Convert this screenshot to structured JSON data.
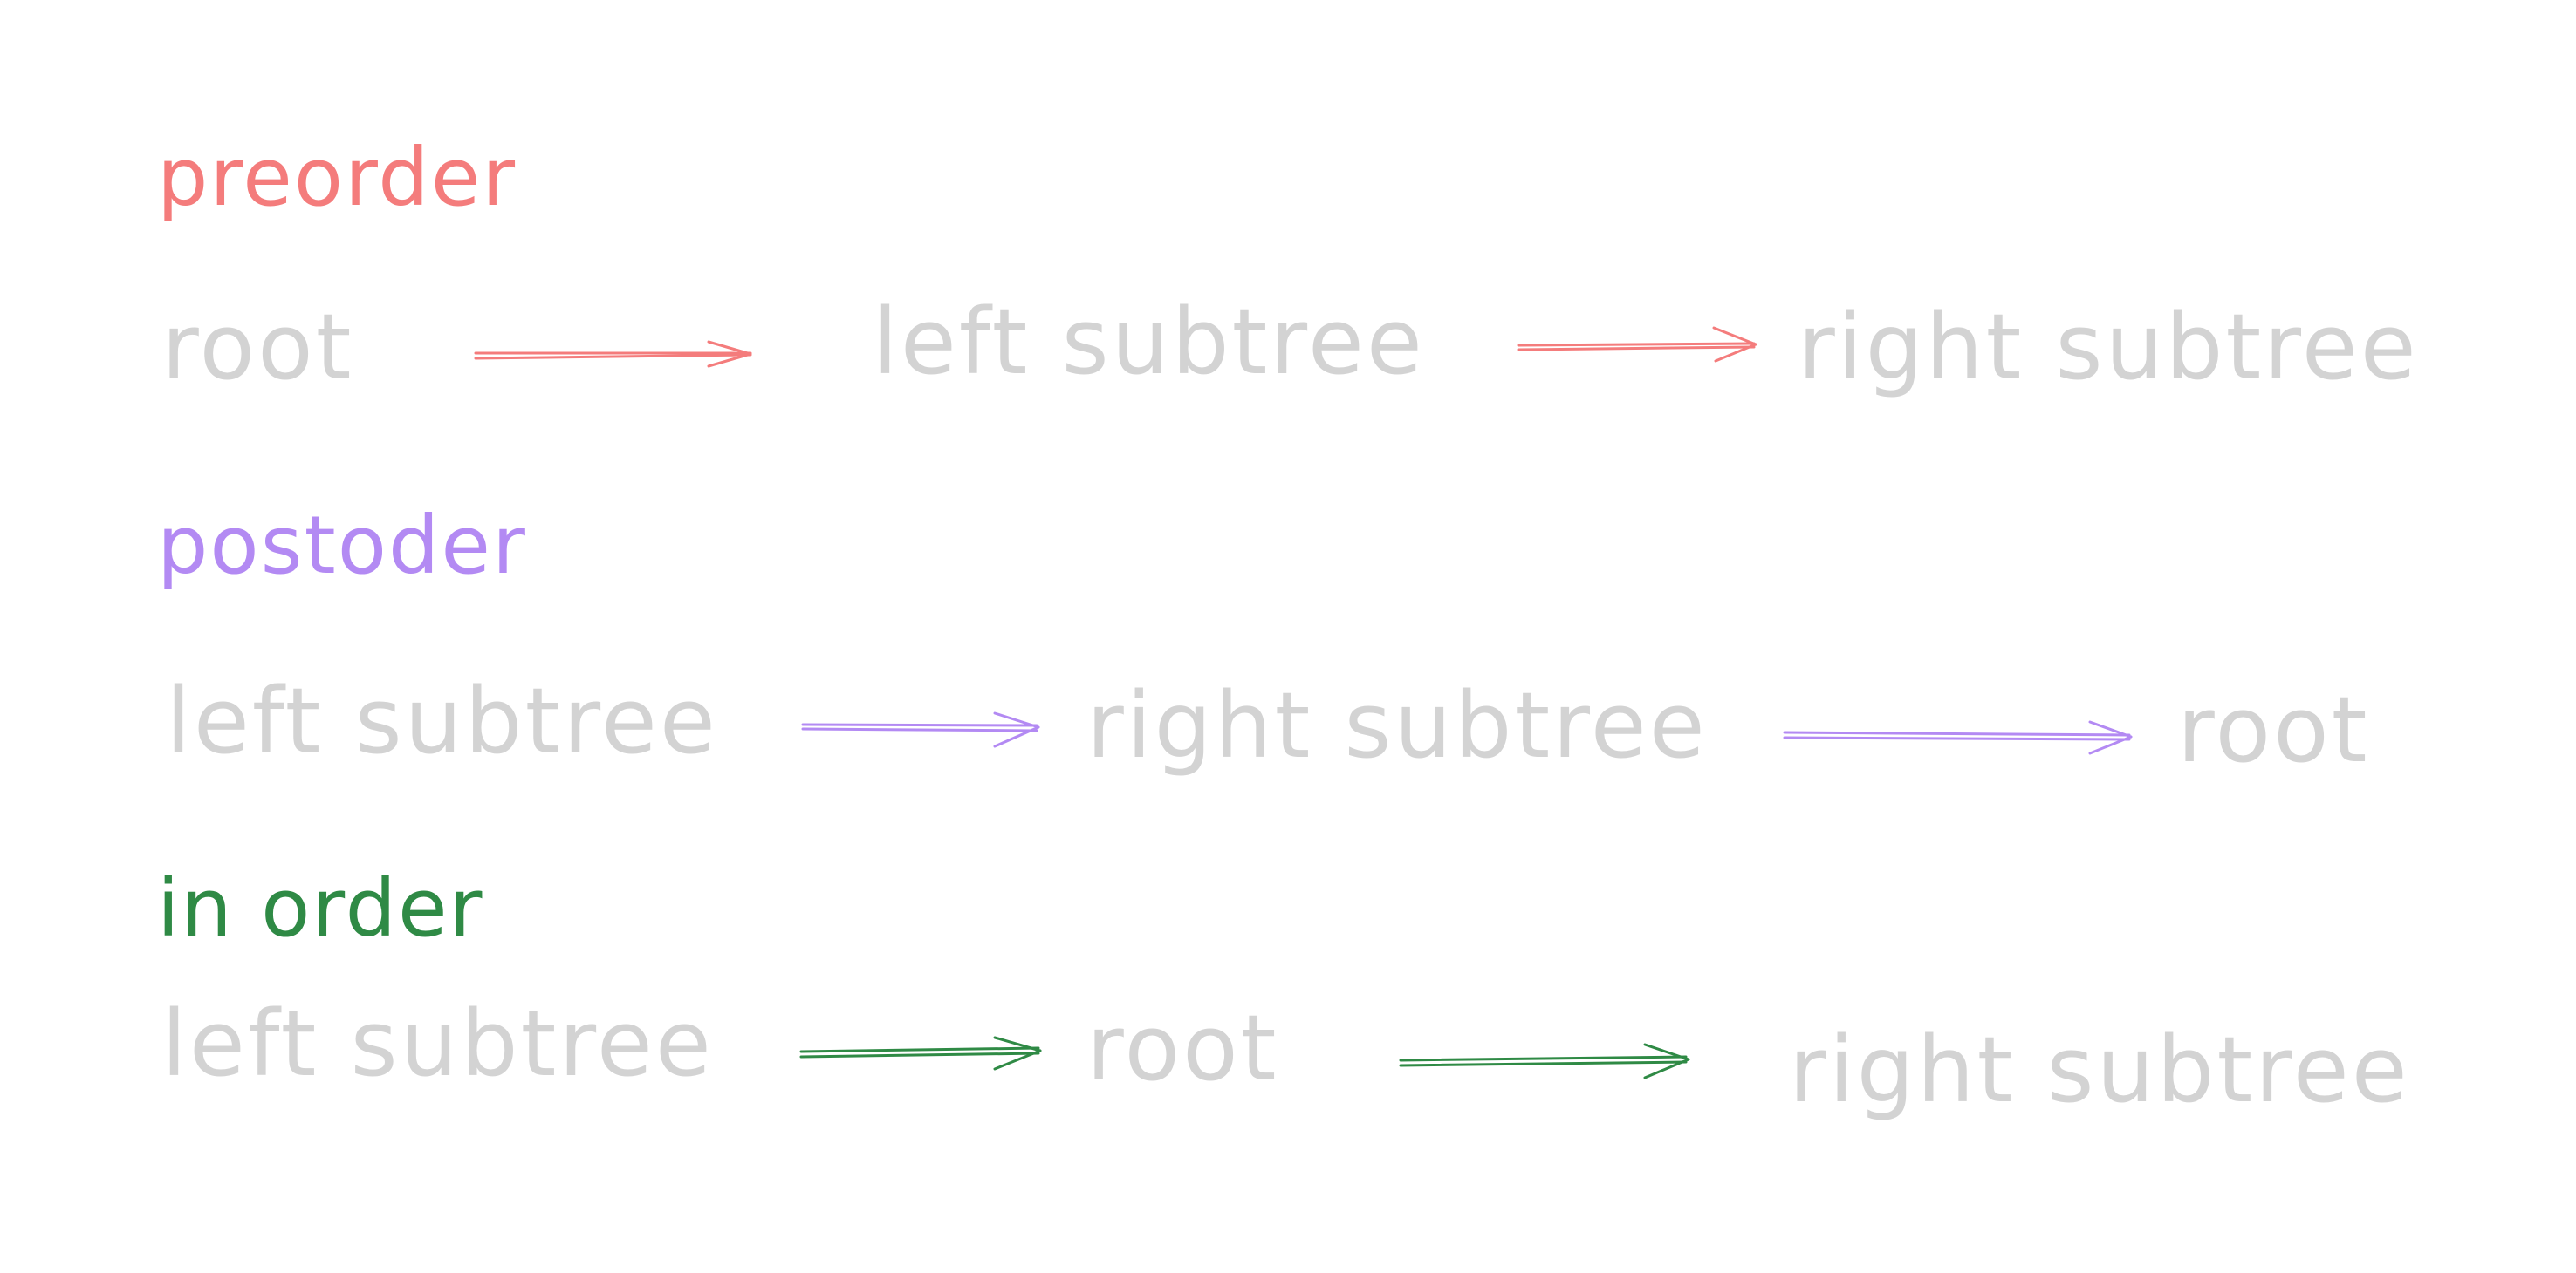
{
  "colors": {
    "node_text": "#d3d3d3",
    "preorder": "#f47c7c",
    "postorder": "#b38af3",
    "inorder": "#2f8a45"
  },
  "sections": [
    {
      "id": "preorder",
      "heading": "preorder",
      "color_key": "preorder",
      "steps": [
        "root",
        "left subtree",
        "right subtree"
      ]
    },
    {
      "id": "postorder",
      "heading": "postoder",
      "color_key": "postorder",
      "steps": [
        "left subtree",
        "right subtree",
        "root"
      ]
    },
    {
      "id": "inorder",
      "heading": "in order",
      "color_key": "inorder",
      "steps": [
        "left subtree",
        "root",
        "right subtree"
      ]
    }
  ]
}
